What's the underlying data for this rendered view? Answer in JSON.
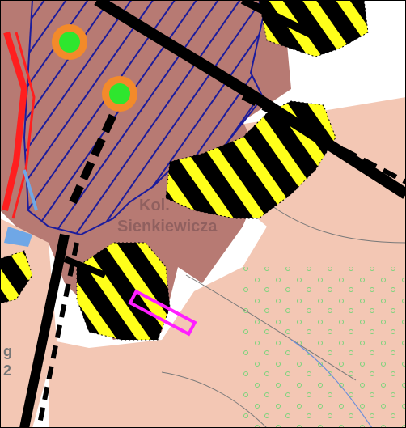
{
  "map": {
    "labels": {
      "place_name_line1": "Kol.",
      "place_name_line2": "Sienkiewicza",
      "edge_letters": [
        "g",
        "2"
      ]
    },
    "colors": {
      "background": "#ffffff",
      "pale_area": "#f3c7b4",
      "built_area": "#b77a73",
      "yellow_stripe": "#ffff1a",
      "black_road": "#000000",
      "blue_hatch": "#1c1c9c",
      "red_line": "#ff1f1f",
      "light_blue": "#6fa7e6",
      "green_point": "#2ee62e",
      "orange_ring": "#f38a2a",
      "magenta_box": "#ff1fff",
      "grey_lines": "#7a7a7a",
      "green_symbols": "#7bd37b"
    }
  }
}
